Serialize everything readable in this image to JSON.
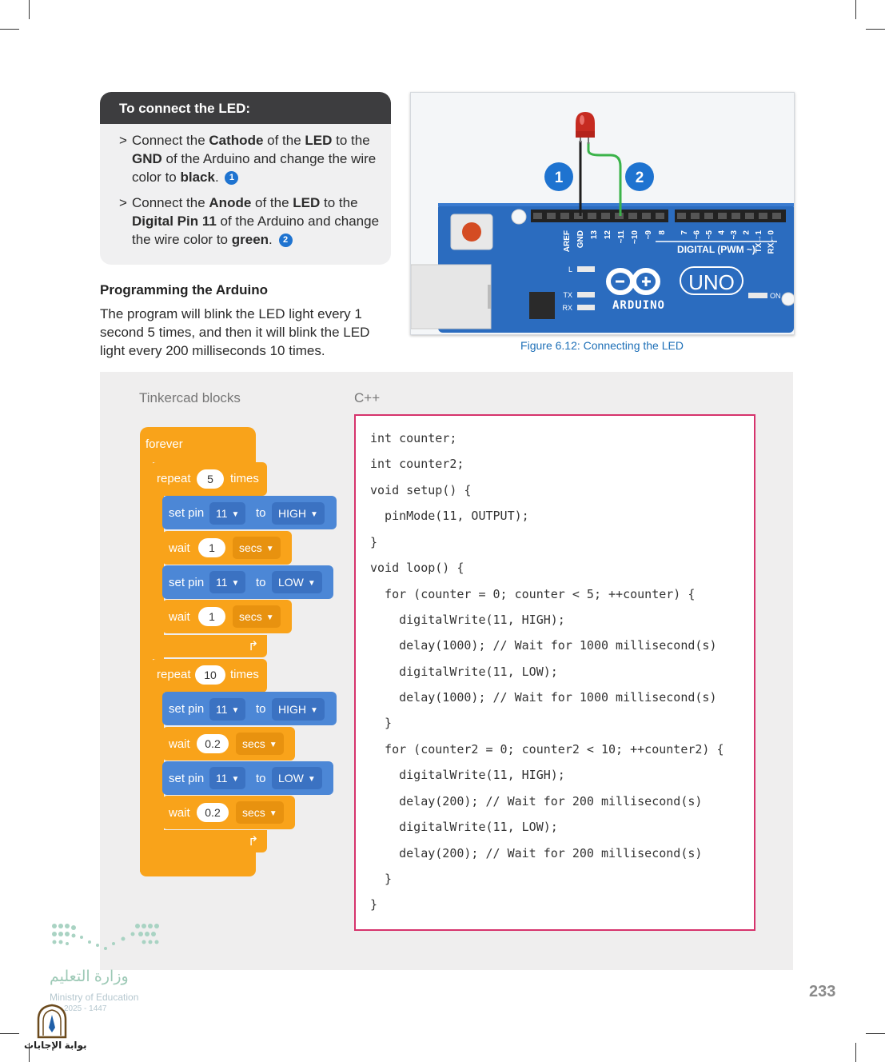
{
  "info_box": {
    "title": "To connect the LED:",
    "step1": {
      "marker": ">",
      "t1": "Connect the ",
      "b1": "Cathode",
      "t2": " of the ",
      "b2": "LED",
      "t3": " to the ",
      "b3": "GND",
      "t4": " of the Arduino and change the wire color to ",
      "b4": "black",
      "t5": ".",
      "badge": "1"
    },
    "step2": {
      "marker": ">",
      "t1": "Connect the ",
      "b1": "Anode",
      "t2": " of the ",
      "b2": "LED",
      "t3": " to the ",
      "b3": "Digital Pin 11",
      "t4": " of the Arduino and change the wire color to ",
      "b4": "green",
      "t5": ".",
      "badge": "2"
    }
  },
  "programming": {
    "title": "Programming the Arduino",
    "text": "The program will blink the LED light every 1 second 5 times, and then it will blink the LED light every 200 milliseconds 10 times."
  },
  "figure": {
    "caption": "Figure 6.12: Connecting the LED",
    "callout1": "1",
    "callout2": "2",
    "pin_labels": [
      "AREF",
      "GND",
      "13",
      "12",
      "~11",
      "~10",
      "~9",
      "8",
      "7",
      "~6",
      "~5",
      "4",
      "~3",
      "2",
      "TX→1",
      "RX←0"
    ],
    "digital_label": "DIGITAL (PWM ~)",
    "l_label": "L",
    "tx_label": "TX",
    "rx_label": "RX",
    "on_label": "ON",
    "brand": "ARDUINO",
    "model": "UNO"
  },
  "panel": {
    "blocks_label": "Tinkercad blocks",
    "cpp_label": "C++"
  },
  "blocks": {
    "forever": "forever",
    "repeat_word": "repeat",
    "times_word": "times",
    "set_pin": "set pin",
    "to_word": "to",
    "wait_word": "wait",
    "secs": "secs",
    "repeat1_count": "5",
    "repeat2_count": "10",
    "pin": "11",
    "high": "HIGH",
    "low": "LOW",
    "wait_a": "1",
    "wait_b": "0.2",
    "loop_arrow": "↱"
  },
  "code_lines": [
    "int counter;",
    "int counter2;",
    "void setup() {",
    "  pinMode(11, OUTPUT);",
    "}",
    "void loop() {",
    "  for (counter = 0; counter < 5; ++counter) {",
    "    digitalWrite(11, HIGH);",
    "    delay(1000); // Wait for 1000 millisecond(s)",
    "    digitalWrite(11, LOW);",
    "    delay(1000); // Wait for 1000 millisecond(s)",
    "  }",
    "  for (counter2 = 0; counter2 < 10; ++counter2) {",
    "    digitalWrite(11, HIGH);",
    "    delay(200); // Wait for 200 millisecond(s)",
    "    digitalWrite(11, LOW);",
    "    delay(200); // Wait for 200 millisecond(s)",
    "  }",
    "}"
  ],
  "page_number": "233",
  "footer": {
    "ministry_ar": "وزارة التعليم",
    "ministry_en": "Ministry of Education",
    "years": "2025 - 1447",
    "brand": "بوابة الإجابات"
  },
  "colors": {
    "info_header": "#3d3d3f",
    "block_orange": "#f9a31a",
    "block_blue": "#4c87d6",
    "code_border": "#d6336c",
    "badge_blue": "#1e73d0",
    "board_blue": "#2b6cbf"
  }
}
